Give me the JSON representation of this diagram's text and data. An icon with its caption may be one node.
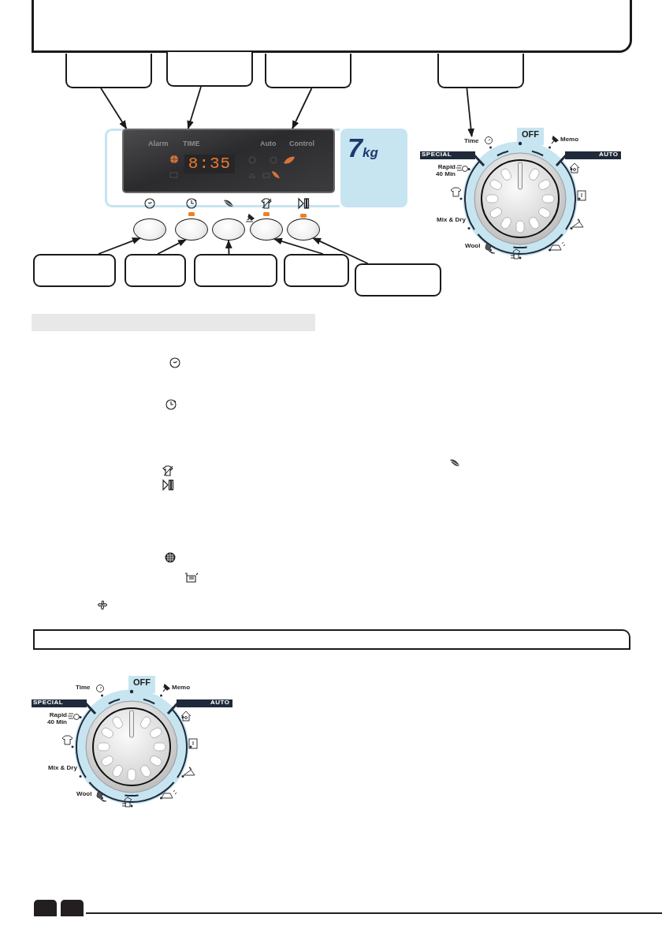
{
  "diagram": {
    "nodes": [
      {
        "text": [],
        "shape": "box"
      },
      {
        "text": [],
        "shape": "box"
      },
      {
        "text": [],
        "shape": "box"
      },
      {
        "text": [],
        "shape": "box"
      },
      {
        "text": [
          "Alarm",
          "TIME",
          "Auto",
          "Control"
        ]
      },
      {
        "text": [
          "Time"
        ]
      },
      {
        "text": [],
        "shape": "ellipse"
      },
      {
        "text": [],
        "shape": "ellipse"
      },
      {
        "text": [],
        "shape": "ellipse"
      },
      {
        "text": [],
        "shape": "ellipse"
      },
      {
        "text": [],
        "shape": "ellipse"
      },
      {
        "text": [],
        "shape": "box"
      },
      {
        "text": [],
        "shape": "box"
      },
      {
        "text": [],
        "shape": "box"
      },
      {
        "text": [],
        "shape": "box"
      },
      {
        "text": [],
        "shape": "box"
      },
      {
        "text": [],
        "shape": "bar"
      }
    ],
    "edges": [
      {
        "from": 0,
        "to": 4,
        "arrow": "to"
      },
      {
        "from": 1,
        "to": 4,
        "arrow": "to"
      },
      {
        "from": 2,
        "to": 4,
        "arrow": "to"
      },
      {
        "from": 3,
        "to": 5,
        "arrow": "to"
      },
      {
        "from": 11,
        "to": 6,
        "arrow": "to"
      },
      {
        "from": 12,
        "to": 7,
        "arrow": "to"
      },
      {
        "from": 13,
        "to": 8,
        "arrow": "to"
      },
      {
        "from": 14,
        "to": 9,
        "arrow": "to"
      },
      {
        "from": 15,
        "to": 10,
        "arrow": "to"
      }
    ],
    "labels": [
      "8:35",
      "7kg",
      "OFF",
      "Memo",
      "SPECIAL",
      "AUTO",
      "Rapid 40 Min",
      "Mix & Dry",
      "Wool",
      "Time",
      "OFF",
      "Memo",
      "SPECIAL",
      "AUTO",
      "Rapid 40 Min",
      "Mix & Dry",
      "Wool"
    ]
  }
}
